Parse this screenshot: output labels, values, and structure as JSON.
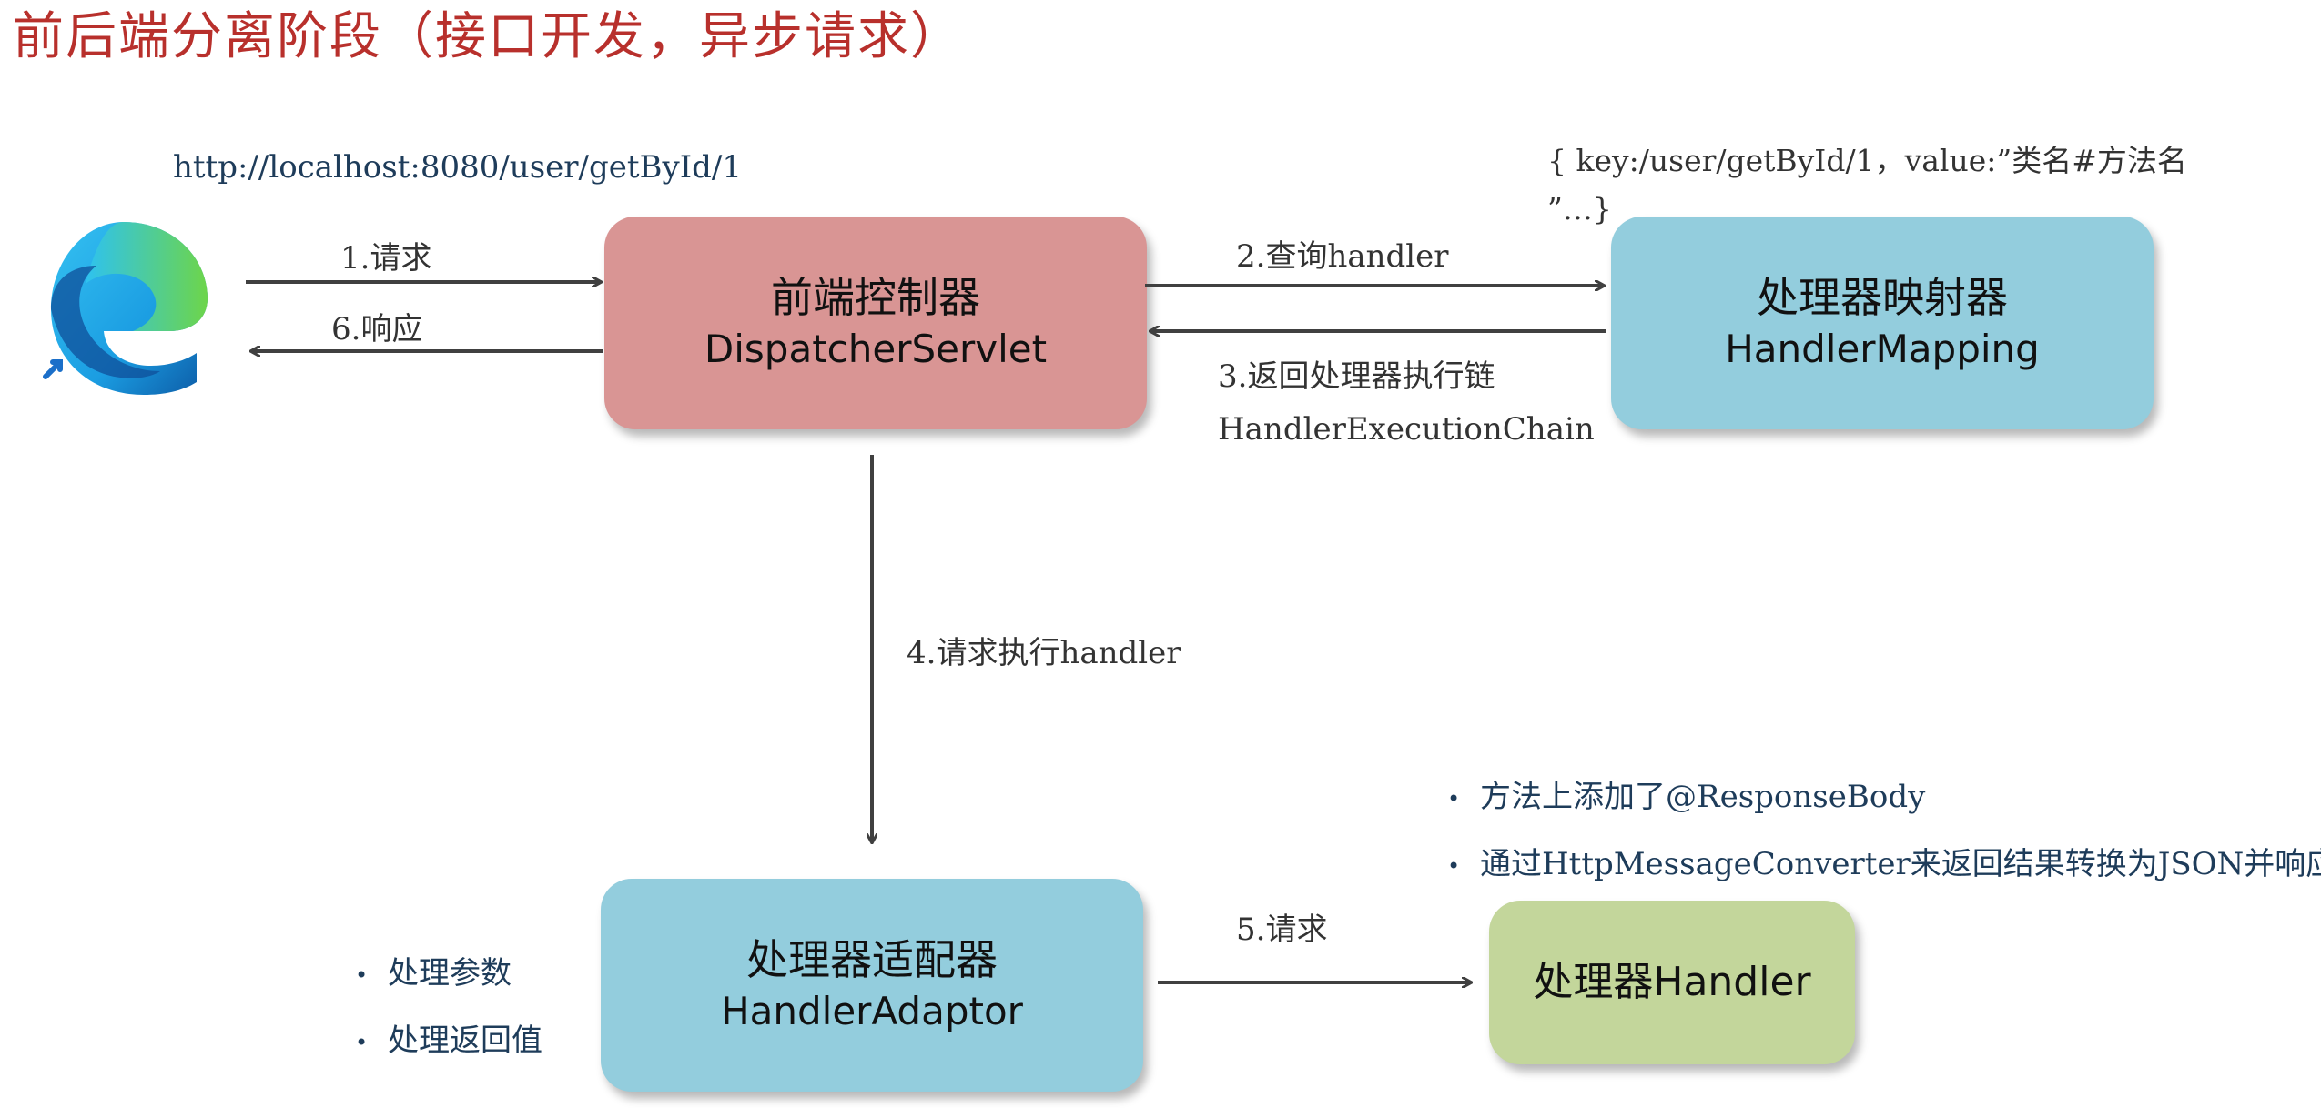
{
  "title": "前后端分离阶段（接口开发，异步请求）",
  "browser": {
    "url": "http://localhost:8080/user/getById/1"
  },
  "mapping_note": {
    "line1": "{ key:/user/getById/1，value:”类名#方法名",
    "line2": "”…}"
  },
  "boxes": {
    "dispatcher": {
      "cn": "前端控制器",
      "en": "DispatcherServlet"
    },
    "mapping": {
      "cn": "处理器映射器",
      "en": "HandlerMapping"
    },
    "adaptor": {
      "cn": "处理器适配器",
      "en": "HandlerAdaptor"
    },
    "handler": {
      "cn": "处理器Handler"
    }
  },
  "steps": {
    "s1": "1.请求",
    "s6": "6.响应",
    "s2": "2.查询handler",
    "s3a": "3.返回处理器执行链",
    "s3b": "HandlerExecutionChain",
    "s4": "4.请求执行handler",
    "s5": "5.请求"
  },
  "adaptor_notes": [
    "处理参数",
    "处理返回值"
  ],
  "handler_notes": [
    "方法上添加了@ResponseBody",
    "通过HttpMessageConverter来返回结果转换为JSON并响应"
  ],
  "colors": {
    "title": "#b8302c",
    "dispatcher": "#d99594",
    "mapping": "#93cddd",
    "adaptor": "#93cddd",
    "handler": "#c3d69b"
  },
  "icons": {
    "browser": "edge-browser-icon"
  }
}
